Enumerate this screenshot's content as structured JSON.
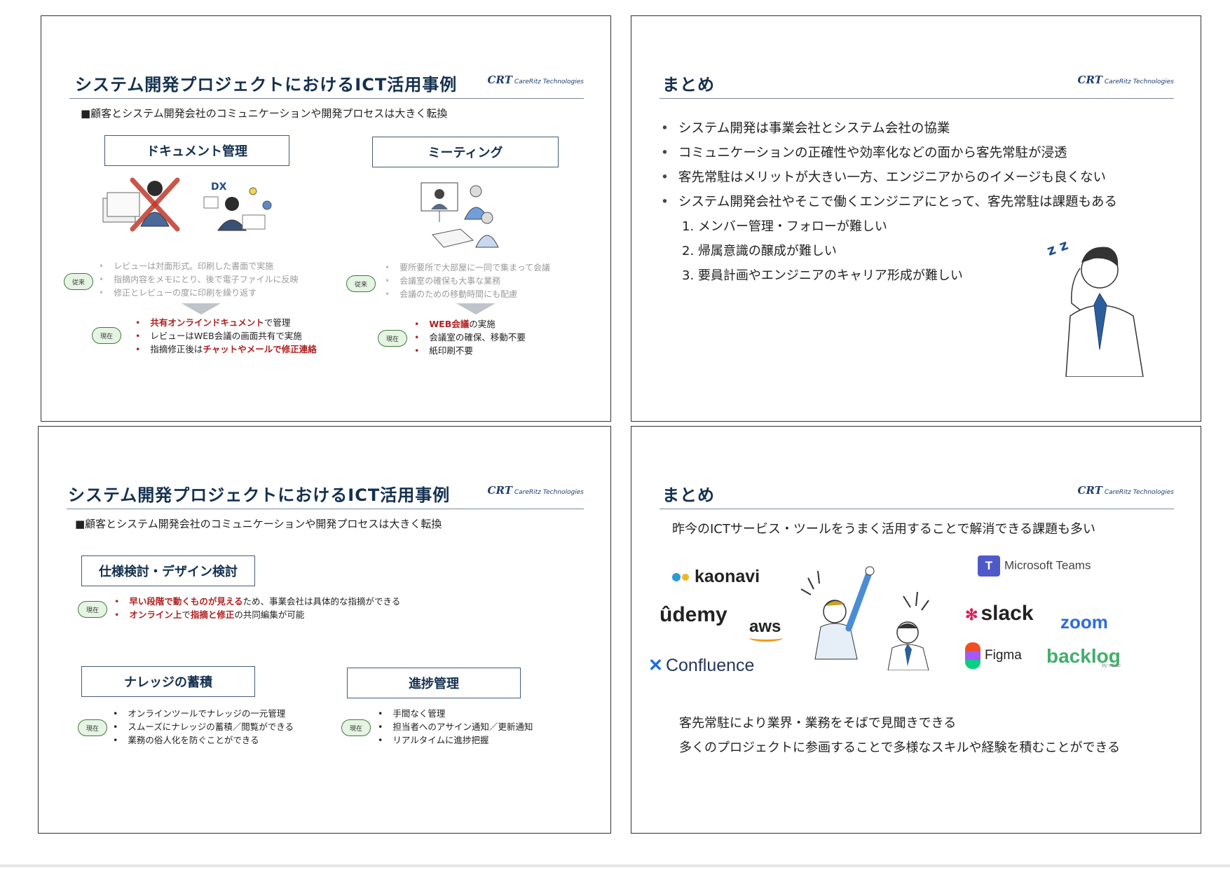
{
  "slide1": {
    "title": "システム開発プロジェクトにおけるICT活用事例",
    "logo_mark": "CRT",
    "logo_text": "CareRitz Technologies",
    "subtitle": "■顧客とシステム開発会社のコミュニケーションや開発プロセスは大きく転換",
    "doc": {
      "heading": "ドキュメント管理",
      "illus_label": "DX",
      "before_badge": "従来",
      "before": [
        "レビューは対面形式。印刷した書面で実施",
        "指摘内容をメモにとり、後で電子ファイルに反映",
        "修正とレビューの度に印刷を繰り返す"
      ],
      "now_badge": "現在",
      "now1_red": "共有オンラインドキュメント",
      "now1_rest": "で管理",
      "now2": "レビューはWEB会議の画面共有で実施",
      "now3_pre": "指摘修正後は",
      "now3_red": "チャットやメールで修正連絡"
    },
    "meet": {
      "heading": "ミーティング",
      "before_badge": "従来",
      "before": [
        "要所要所で大部屋に一同で集まって会議",
        "会議室の確保も大事な業務",
        "会議のための移動時間にも配慮"
      ],
      "now_badge": "現在",
      "now1_red": "WEB会議",
      "now1_rest": "の実施",
      "now2": "会議室の確保、移動不要",
      "now3": "紙印刷不要"
    }
  },
  "slide2": {
    "title": "まとめ",
    "logo_mark": "CRT",
    "logo_text": "CareRitz Technologies",
    "bullets": [
      "システム開発は事業会社とシステム会社の協業",
      "コミュニケーションの正確性や効率化などの面から客先常駐が浸透",
      "客先常駐はメリットが大きい一方、エンジニアからのイメージも良くない",
      "システム開発会社やそこで働くエンジニアにとって、客先常駐は課題もある"
    ],
    "numbered": [
      "1.  メンバー管理・フォローが難しい",
      "2.  帰属意識の醸成が難しい",
      "3.  要員計画やエンジニアのキャリア形成が難しい"
    ]
  },
  "slide3": {
    "title": "システム開発プロジェクトにおけるICT活用事例",
    "logo_mark": "CRT",
    "logo_text": "CareRitz Technologies",
    "subtitle": "■顧客とシステム開発会社のコミュニケーションや開発プロセスは大きく転換",
    "spec": {
      "heading": "仕様検討・デザイン検討",
      "badge": "現在",
      "l1_red": "早い段階で動くものが見える",
      "l1_rest": "ため、事業会社は具体的な指摘ができる",
      "l2_red1": "オンライン上",
      "l2_mid": "で",
      "l2_red2": "指摘と修正",
      "l2_rest": "の共同編集が可能"
    },
    "knowledge": {
      "heading": "ナレッジの蓄積",
      "badge": "現在",
      "items": [
        "オンラインツールでナレッジの一元管理",
        "スムーズにナレッジの蓄積／閲覧ができる",
        "業務の俗人化を防ぐことができる"
      ]
    },
    "progress": {
      "heading": "進捗管理",
      "badge": "現在",
      "items": [
        "手間なく管理",
        "担当者へのアサイン通知／更新通知",
        "リアルタイムに進捗把握"
      ]
    }
  },
  "slide4": {
    "title": "まとめ",
    "logo_mark": "CRT",
    "logo_text": "CareRitz Technologies",
    "lead": "昨今のICTサービス・ツールをうまく活用することで解消できる課題も多い",
    "brands": {
      "kaonavi": "kaonavi",
      "udemy": "ûdemy",
      "aws": "aws",
      "confluence": "Confluence",
      "teams": "Microsoft Teams",
      "slack": "slack",
      "zoom": "zoom",
      "figma": "Figma",
      "backlog": "backlog",
      "backlog_sub": "by nulab"
    },
    "bottom": [
      "客先常駐により業界・業務をそばで見聞きできる",
      "多くのプロジェクトに参画することで多様なスキルや経験を積むことができる"
    ]
  },
  "colors": {
    "navy": "#14304f",
    "red": "#b02020",
    "green_pill": "#e6f4e3",
    "gray_text": "#9a9a9a"
  }
}
